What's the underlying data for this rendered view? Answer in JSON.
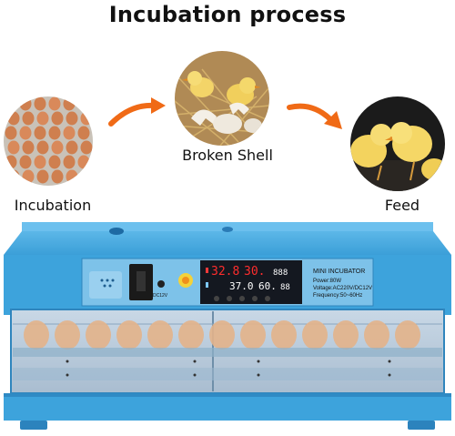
{
  "title": "Incubation process",
  "stages": {
    "incubation": "Incubation",
    "broken_shell": "Broken Shell",
    "feed": "Feed"
  },
  "display": {
    "row1_a": "32.8",
    "row1_b": "30.",
    "row1_c": "888",
    "row2_a": "37.0",
    "row2_b": "60.",
    "row2_c": "88"
  },
  "plate": {
    "heading": "MINI INCUBATOR",
    "power": "Power:80W",
    "voltage": "Voltage:AC220V/DC12V",
    "frequency": "Frequency:50~60Hz"
  },
  "dc_label": "DC12V",
  "colors": {
    "body_blue": "#3da3dc",
    "arrow_orange": "#f06a16",
    "panel_black": "#141820"
  }
}
